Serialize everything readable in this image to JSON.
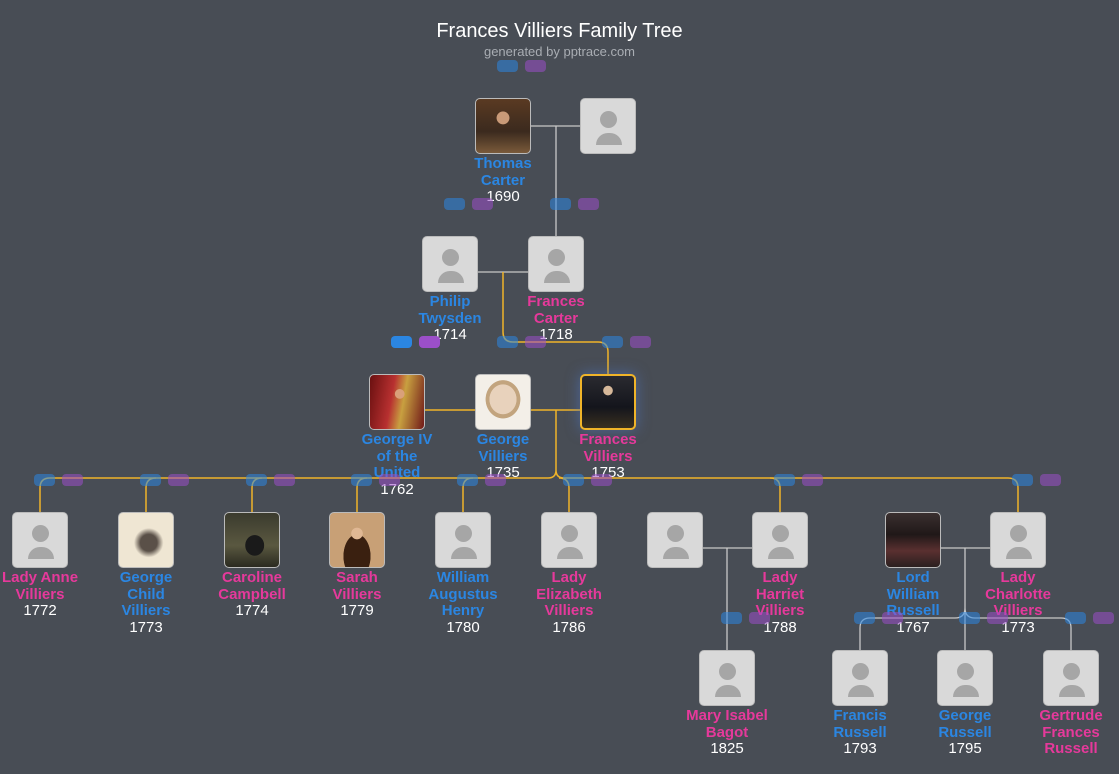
{
  "header": {
    "title": "Frances Villiers Family Tree",
    "subtitle": "generated by pptrace.com"
  },
  "colors": {
    "background": "#484d55",
    "male": "#2b86e2",
    "female": "#e6399b",
    "lineage_line": "#f0b429",
    "line": "#c8c8c8"
  },
  "persons": [
    {
      "id": "thomas-carter",
      "name": "Thomas Carter",
      "year": "1690",
      "gender": "m",
      "photo": "portrait-brown"
    },
    {
      "id": "thomas-carter-spouse",
      "name": "",
      "year": "",
      "gender": "f",
      "photo": ""
    },
    {
      "id": "philip-twysden",
      "name": "Philip Twysden",
      "year": "1714",
      "gender": "m",
      "photo": ""
    },
    {
      "id": "frances-carter",
      "name": "Frances Carter",
      "year": "1718",
      "gender": "f",
      "photo": ""
    },
    {
      "id": "george-iv",
      "name": "George IV of the United",
      "year": "1762",
      "gender": "m",
      "photo": "portrait-red"
    },
    {
      "id": "george-villiers",
      "name": "George Villiers",
      "year": "1735",
      "gender": "m",
      "photo": "portrait-pale"
    },
    {
      "id": "frances-villiers",
      "name": "Frances Villiers",
      "year": "1753",
      "gender": "f",
      "photo": "portrait-dark",
      "selected": true
    },
    {
      "id": "lady-anne-villiers",
      "name": "Lady Anne Villiers",
      "year": "1772",
      "gender": "f",
      "photo": ""
    },
    {
      "id": "george-child-villiers",
      "name": "George Child Villiers",
      "year": "1773",
      "gender": "m",
      "photo": "portrait-sketch"
    },
    {
      "id": "caroline-campbell",
      "name": "Caroline Campbell",
      "year": "1774",
      "gender": "f",
      "photo": "portrait-landscape"
    },
    {
      "id": "sarah-villiers",
      "name": "Sarah Villiers",
      "year": "1779",
      "gender": "f",
      "photo": "portrait-warm"
    },
    {
      "id": "william-augustus-henry",
      "name": "William Augustus Henry",
      "year": "1780",
      "gender": "m",
      "photo": ""
    },
    {
      "id": "lady-elizabeth-villiers",
      "name": "Lady Elizabeth Villiers",
      "year": "1786",
      "gender": "f",
      "photo": ""
    },
    {
      "id": "harriet-spouse",
      "name": "",
      "year": "",
      "gender": "m",
      "photo": ""
    },
    {
      "id": "lady-harriet-villiers",
      "name": "Lady Harriet Villiers",
      "year": "1788",
      "gender": "f",
      "photo": ""
    },
    {
      "id": "lord-william-russell",
      "name": "Lord William Russell",
      "year": "1767",
      "gender": "m",
      "photo": "portrait-crowd"
    },
    {
      "id": "lady-charlotte-villiers",
      "name": "Lady Charlotte Villiers",
      "year": "1773",
      "gender": "f",
      "photo": ""
    },
    {
      "id": "mary-isabel-bagot",
      "name": "Mary Isabel Bagot",
      "year": "1825",
      "gender": "f",
      "photo": ""
    },
    {
      "id": "francis-russell",
      "name": "Francis Russell",
      "year": "1793",
      "gender": "m",
      "photo": ""
    },
    {
      "id": "george-russell",
      "name": "George Russell",
      "year": "1795",
      "gender": "m",
      "photo": ""
    },
    {
      "id": "gertrude-frances-russell",
      "name": "Gertrude Frances Russell",
      "year": "",
      "gender": "f",
      "photo": ""
    }
  ]
}
